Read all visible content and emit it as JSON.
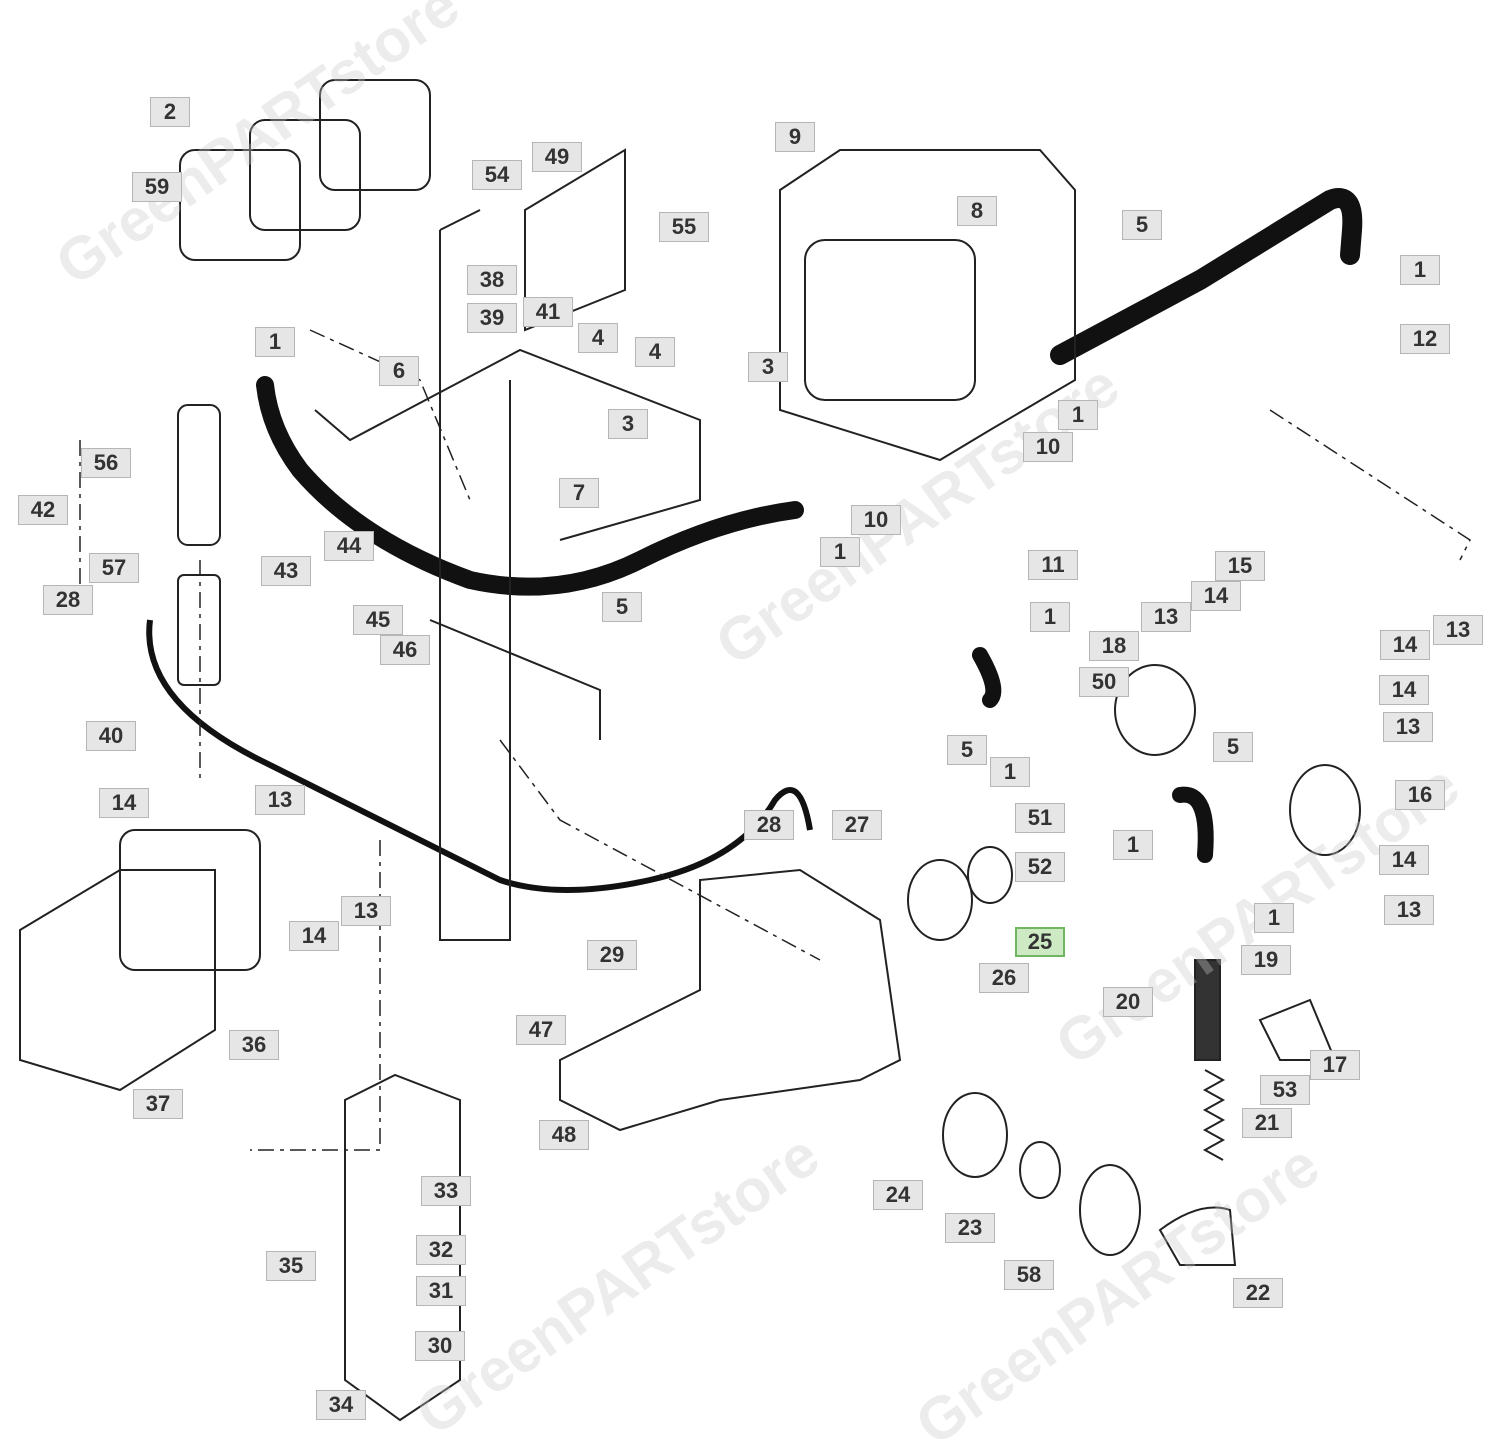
{
  "diagram": {
    "watermark": "GreenPARTstore",
    "highlight_color": "#cdeac4",
    "highlighted_callout": "25",
    "callouts": [
      "2",
      "59",
      "49",
      "54",
      "9",
      "8",
      "5",
      "1",
      "12",
      "38",
      "55",
      "39",
      "41",
      "4",
      "4",
      "3",
      "1",
      "6",
      "3",
      "1",
      "10",
      "56",
      "42",
      "7",
      "10",
      "1",
      "11",
      "44",
      "43",
      "57",
      "28",
      "5",
      "15",
      "14",
      "13",
      "1",
      "45",
      "46",
      "14",
      "13",
      "18",
      "50",
      "14",
      "40",
      "5",
      "1",
      "13",
      "5",
      "16",
      "14",
      "13",
      "51",
      "28",
      "27",
      "1",
      "52",
      "14",
      "13",
      "14",
      "1",
      "13",
      "25",
      "29",
      "26",
      "19",
      "20",
      "36",
      "47",
      "17",
      "53",
      "37",
      "21",
      "48",
      "33",
      "24",
      "23",
      "32",
      "35",
      "58",
      "31",
      "22",
      "30",
      "34"
    ]
  }
}
